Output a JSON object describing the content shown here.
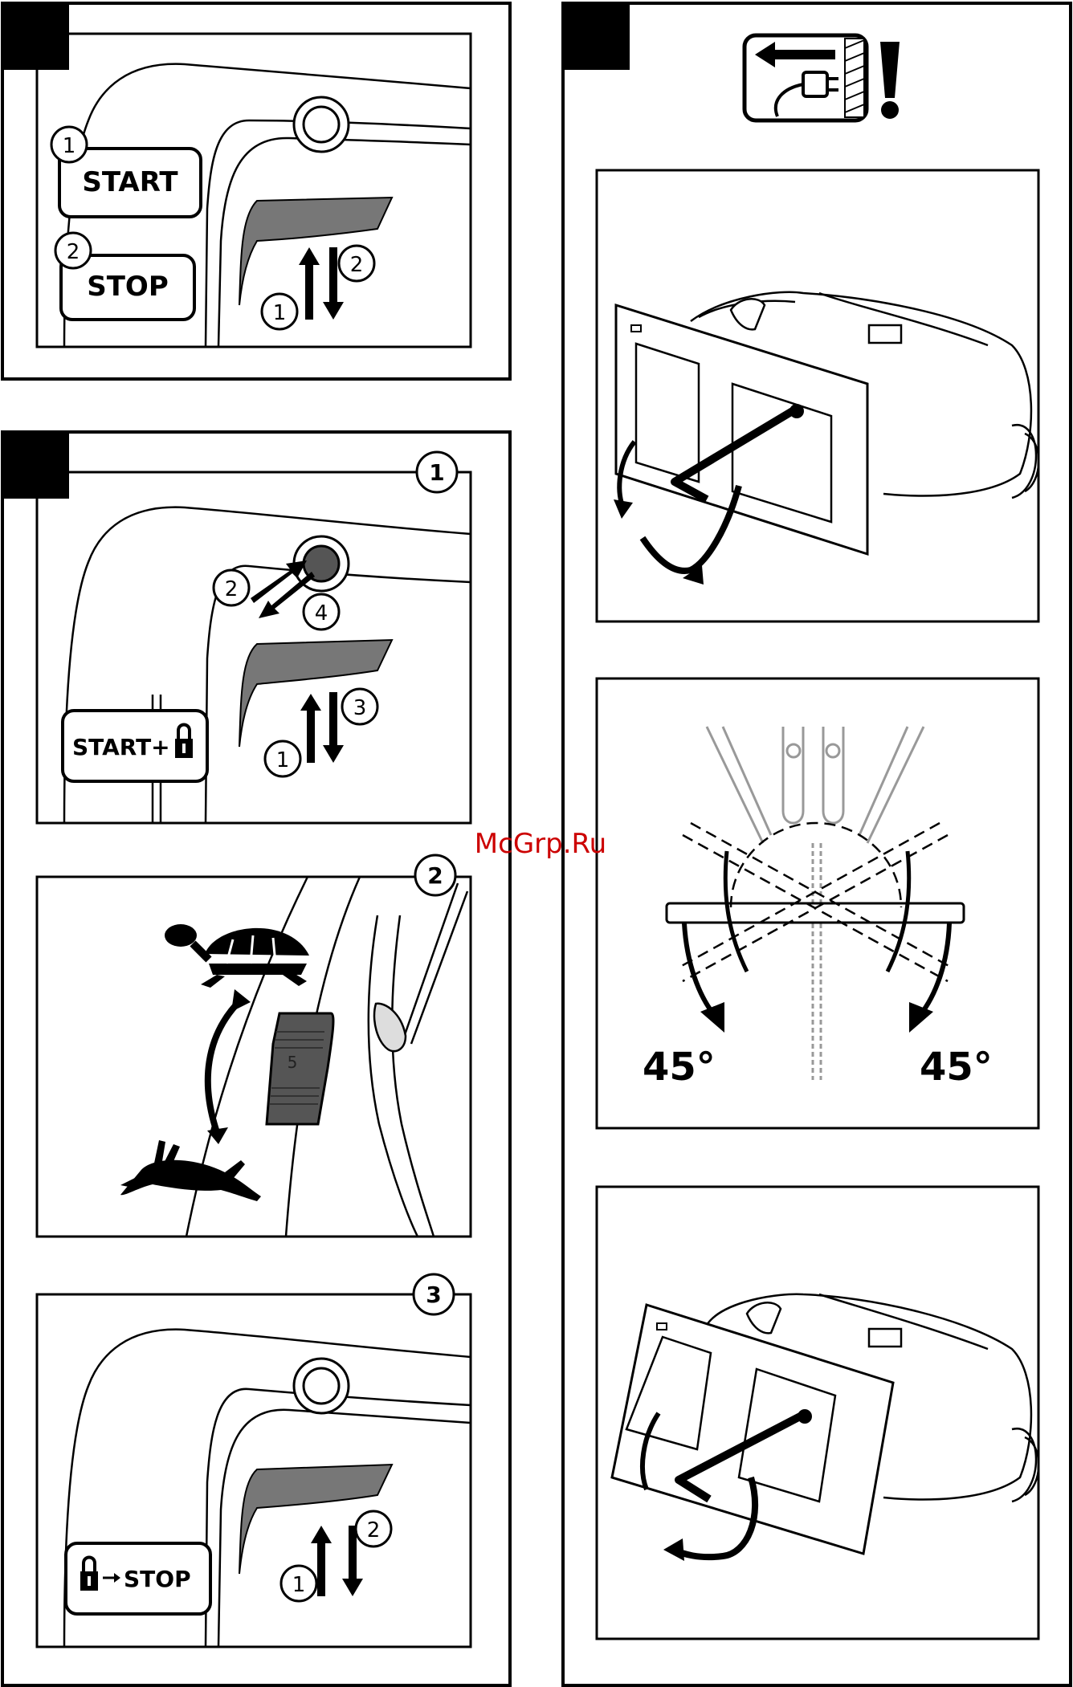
{
  "watermark": "McGrp.Ru",
  "panel_top_left": {
    "start_label": "START",
    "stop_label": "STOP",
    "start_step": "1",
    "stop_step": "2",
    "arrow_up_step": "1",
    "arrow_down_step": "2"
  },
  "panel_left_main": {
    "sub1": {
      "badge": "1",
      "button_label": "START+",
      "press_step": "2",
      "release_step": "4",
      "arrow_up_step": "1",
      "arrow_down_step": "3"
    },
    "sub2": {
      "badge": "2",
      "switch_mark": "5"
    },
    "sub3": {
      "badge": "3",
      "button_label": "STOP",
      "arrow_up_step": "1",
      "arrow_down_step": "2"
    }
  },
  "panel_right": {
    "angle_left": "45°",
    "angle_right": "45°"
  },
  "colors": {
    "ink": "#000000",
    "lever": "#777777",
    "switch": "#555555",
    "light_line": "#999999"
  }
}
